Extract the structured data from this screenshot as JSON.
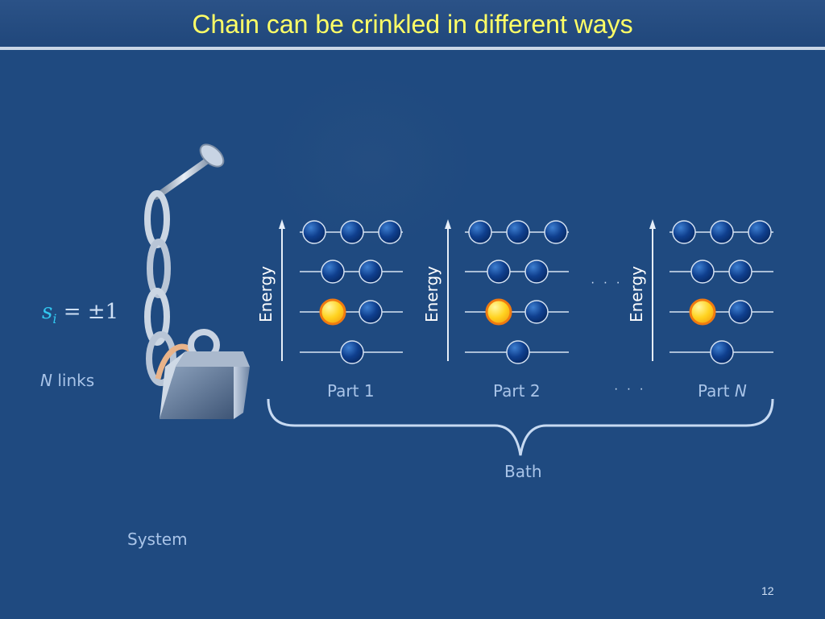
{
  "slide": {
    "title": "Chain can be crinkled in different ways",
    "page_number": "12"
  },
  "system": {
    "spin_symbol": "s",
    "spin_index": "i",
    "spin_value": " = ±1",
    "links_var": "N",
    "links_text": " links",
    "label": "System"
  },
  "bath": {
    "axis_label": "Energy",
    "ellipsis": "· · ·",
    "label": "Bath",
    "parts": [
      {
        "label": "Part 1",
        "var": ""
      },
      {
        "label": "Part 2",
        "var": ""
      },
      {
        "label": "Part ",
        "var": "N"
      }
    ]
  },
  "colors": {
    "background": "#1f4a80",
    "title": "#ffff66",
    "text": "#a9c4e8",
    "spin_symbol": "#32c8f0",
    "ball_blue": "#0d3c8a",
    "ball_yellow": "#ffd21f",
    "ball_yellow_edge": "#f07a10"
  }
}
